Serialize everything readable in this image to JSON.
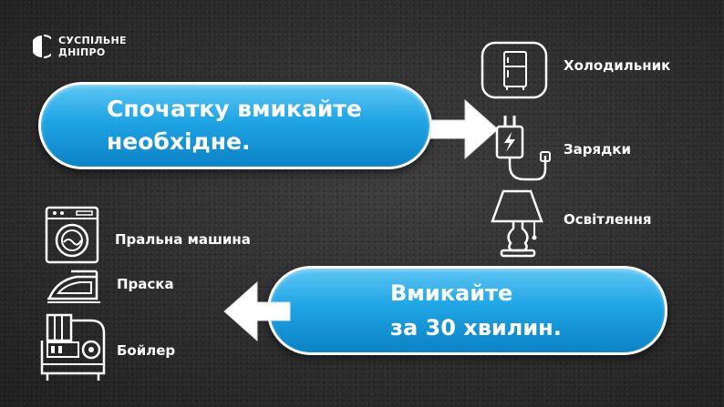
{
  "logo": {
    "line1": "СУСПІЛЬНЕ",
    "line2": "ДНІПРО"
  },
  "banner_first": {
    "line1": "Спочатку вмикайте",
    "line2": "необхідне."
  },
  "banner_later": {
    "line1": "Вмикайте",
    "line2": "за 30 хвилин."
  },
  "first_items": [
    {
      "label": "Холодильник",
      "icon": "fridge-icon"
    },
    {
      "label": "Зарядки",
      "icon": "charger-plug-icon"
    },
    {
      "label": "Освітлення",
      "icon": "table-lamp-icon"
    }
  ],
  "later_items": [
    {
      "label": "Пральна машина",
      "icon": "washing-machine-icon"
    },
    {
      "label": "Праска",
      "icon": "iron-icon"
    },
    {
      "label": "Бойлер",
      "icon": "boiler-icon"
    }
  ],
  "colors": {
    "pill_top": "#5cc6f4",
    "pill_bottom": "#0b82c6",
    "text": "#ffffff"
  }
}
